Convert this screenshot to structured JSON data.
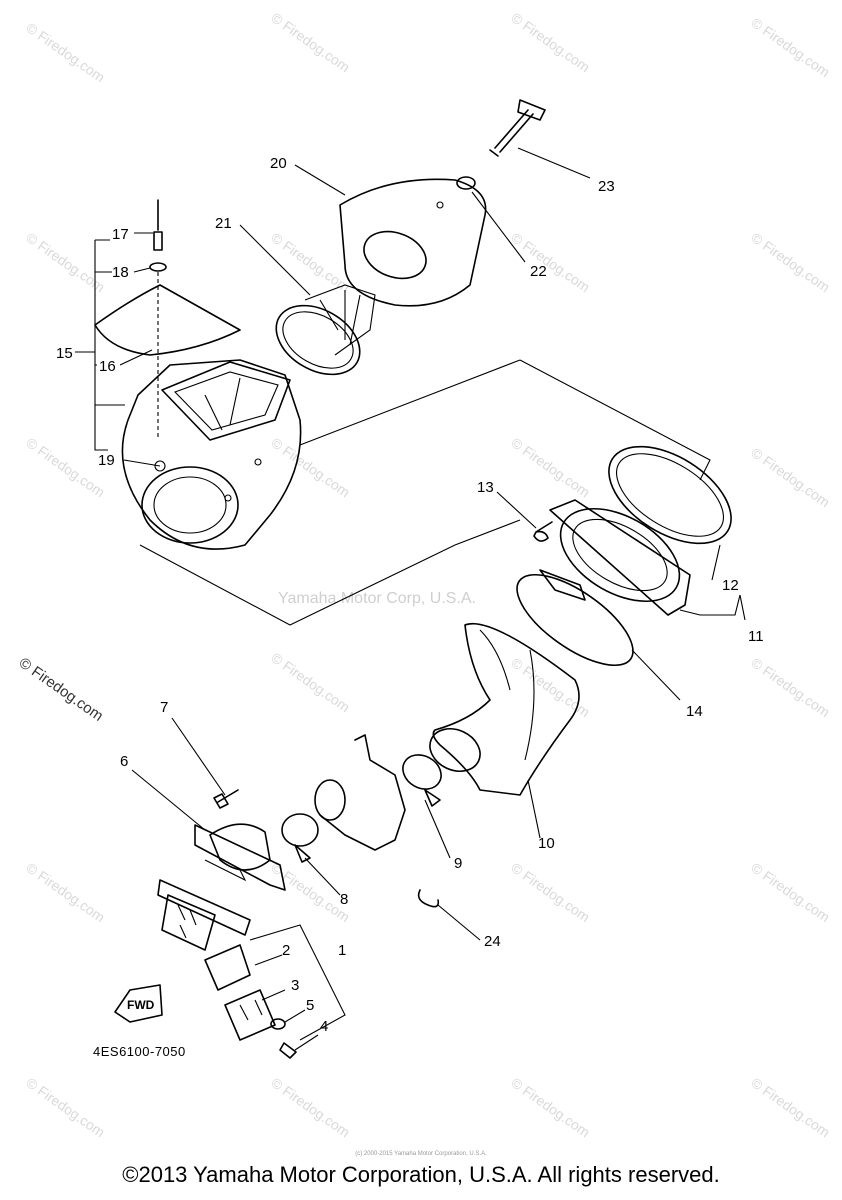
{
  "diagram": {
    "part_code": "4ES6100-7050",
    "fwd_label": "FWD",
    "callouts": [
      "1",
      "2",
      "3",
      "4",
      "5",
      "6",
      "7",
      "8",
      "9",
      "10",
      "11",
      "12",
      "13",
      "14",
      "15",
      "16",
      "17",
      "18",
      "19",
      "20",
      "21",
      "22",
      "23",
      "24"
    ],
    "center_watermark": "Yamaha Motor Corp, U.S.A.",
    "side_watermark": "© Firedog.com",
    "tile_watermark": "© Firedog.com"
  },
  "footer": {
    "copyright": "©2013 Yamaha Motor Corporation, U.S.A. All rights reserved.",
    "tiny_line": "(c) 2000-2015 Yamaha Motor Corporation, U.S.A."
  }
}
